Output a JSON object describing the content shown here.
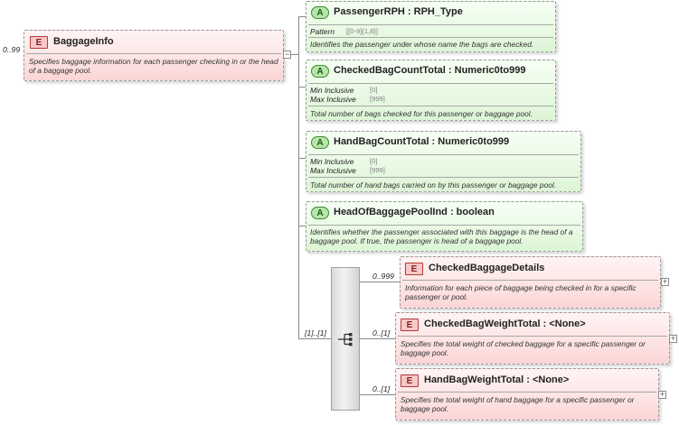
{
  "root": {
    "badge": "E",
    "name": "BaggageInfo",
    "cardinality": "0..99",
    "doc": "Specifies baggage information for each passenger checking in or the head of a baggage pool.",
    "collapse_symbol": "−"
  },
  "attributes": [
    {
      "badge": "A",
      "title": "PassengerRPH : RPH_Type",
      "facets": [
        {
          "key": "Pattern",
          "value": "[[0-9]{1,8}]"
        }
      ],
      "doc": "Identifies the passenger under whose name the bags are checked."
    },
    {
      "badge": "A",
      "title": "CheckedBagCountTotal : Numeric0to999",
      "facets": [
        {
          "key": "Min Inclusive",
          "value": "[0]"
        },
        {
          "key": "Max Inclusive",
          "value": "[999]"
        }
      ],
      "doc": "Total number of bags checked for this passenger or baggage pool."
    },
    {
      "badge": "A",
      "title": "HandBagCountTotal : Numeric0to999",
      "facets": [
        {
          "key": "Min Inclusive",
          "value": "[0]"
        },
        {
          "key": "Max Inclusive",
          "value": "[999]"
        }
      ],
      "doc": "Total number of hand bags carried on by this passenger or baggage pool."
    },
    {
      "badge": "A",
      "title": "HeadOfBaggagePoolInd : boolean",
      "facets": [],
      "doc": "Identifies whether the passenger associated with this baggage is the head of a baggage pool. If true, the passenger is head of a baggage pool."
    }
  ],
  "sequence": {
    "cardinality": "[1]..[1]",
    "icon": "sequence-icon"
  },
  "children": [
    {
      "badge": "E",
      "title": "CheckedBaggageDetails",
      "cardinality": "0..999",
      "doc": "Information for each piece of baggage being checked in for a specific passenger or pool.",
      "expand_symbol": "+"
    },
    {
      "badge": "E",
      "title": "CheckedBagWeightTotal : <None>",
      "cardinality": "0..[1]",
      "doc": "Specifies the total weight of checked baggage for a specific passenger or baggage pool.",
      "expand_symbol": "+"
    },
    {
      "badge": "E",
      "title": "HandBagWeightTotal : <None>",
      "cardinality": "0..[1]",
      "doc": "Specifies the total weight of hand baggage for a specific passenger or baggage pool.",
      "expand_symbol": "+"
    }
  ],
  "colors": {
    "element_fill": "#fde3e3",
    "attribute_fill": "#e8f9e3",
    "element_badge": "#f6c8c8",
    "attribute_badge": "#b7e6a9"
  }
}
